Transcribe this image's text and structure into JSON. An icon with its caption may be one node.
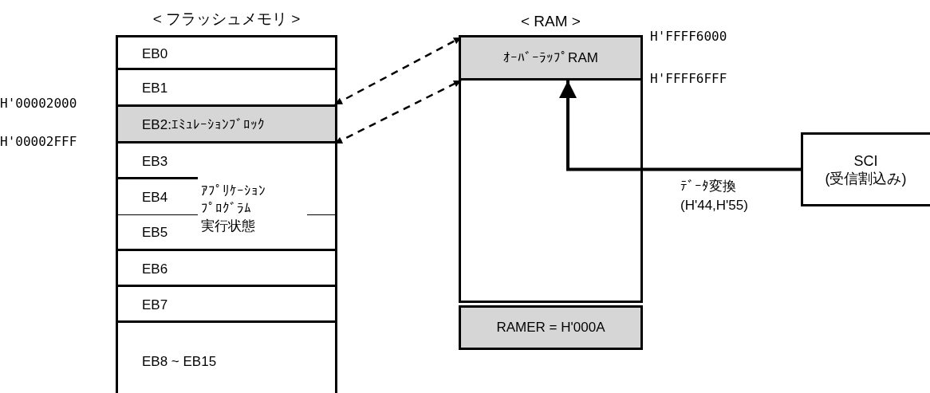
{
  "diagram": {
    "nodes": [
      {
        "text": [
          "< フラッシュメモリ >"
        ]
      },
      {
        "text": [
          "EB0"
        ],
        "in": 0
      },
      {
        "text": [
          "EB1"
        ],
        "in": 0
      },
      {
        "text": [
          "EB2:ｴﾐｭﾚｰｼｮﾝﾌﾞﾛｯｸ"
        ],
        "in": 0,
        "beside": [
          "H'00002000",
          "H'00002FFF"
        ]
      },
      {
        "text": [
          "EB3"
        ],
        "in": 0
      },
      {
        "text": [
          "EB4"
        ],
        "in": 0
      },
      {
        "text": [
          "EB5"
        ],
        "in": 0
      },
      {
        "text": [
          "EB6"
        ],
        "in": 0
      },
      {
        "text": [
          "EB7"
        ],
        "in": 0
      },
      {
        "text": [
          "EB8 ~ EB15"
        ],
        "in": 0
      },
      {
        "text": [
          "< RAM >"
        ]
      },
      {
        "text": [
          "ｵｰﾊﾞｰﾗｯﾌﾟRAM"
        ],
        "in": 10,
        "beside": [
          "H'FFFF6000",
          "H'FFFF6FFF"
        ]
      },
      {
        "text": [
          "RAMER = H'000A"
        ]
      },
      {
        "text": [
          "SCI (受信割込み)"
        ]
      }
    ],
    "edges": [
      {
        "from": 3,
        "to": 11,
        "arrow": "both",
        "style": "dashed"
      },
      {
        "from": 3,
        "to": 11,
        "arrow": "both",
        "style": "dashed"
      },
      {
        "from": 13,
        "to": 11,
        "arrow": "to",
        "label": "ﾃﾞｰﾀ変換 (H'44,H'55)"
      }
    ],
    "labels": [
      "ｱﾌﾟﾘｹｰｼｮﾝﾌﾟﾛｸﾞﾗﾑ実行状態"
    ]
  }
}
